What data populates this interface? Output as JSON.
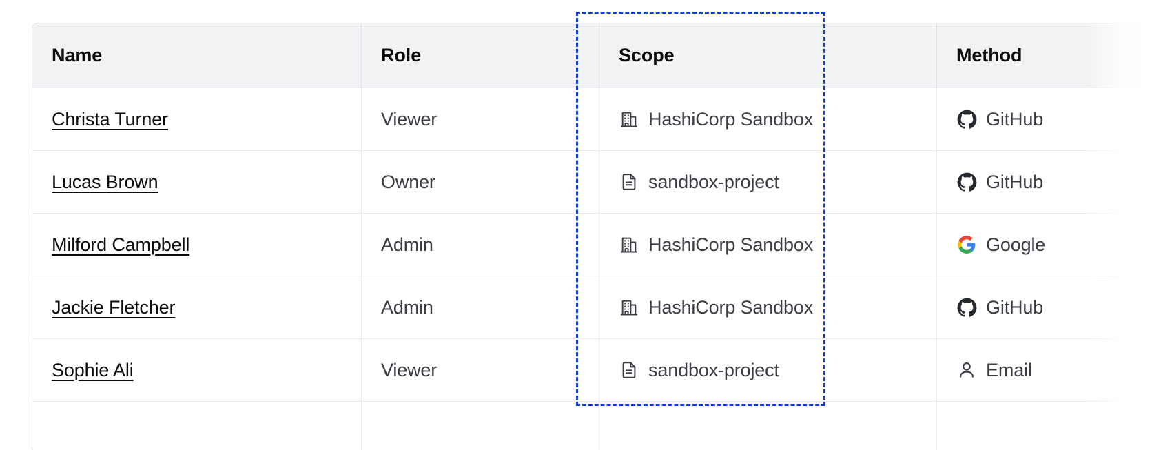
{
  "table": {
    "columns": [
      {
        "key": "name",
        "label": "Name"
      },
      {
        "key": "role",
        "label": "Role"
      },
      {
        "key": "scope",
        "label": "Scope"
      },
      {
        "key": "method",
        "label": "Method"
      }
    ],
    "rows": [
      {
        "name": "Christa Turner",
        "role": "Viewer",
        "scope": "HashiCorp Sandbox",
        "scope_icon": "organization-building-icon",
        "method": "GitHub",
        "method_icon": "github-icon"
      },
      {
        "name": "Lucas Brown",
        "role": "Owner",
        "scope": "sandbox-project",
        "scope_icon": "project-document-icon",
        "method": "GitHub",
        "method_icon": "github-icon"
      },
      {
        "name": "Milford Campbell",
        "role": "Admin",
        "scope": "HashiCorp Sandbox",
        "scope_icon": "organization-building-icon",
        "method": "Google",
        "method_icon": "google-icon"
      },
      {
        "name": "Jackie Fletcher",
        "role": "Admin",
        "scope": "HashiCorp Sandbox",
        "scope_icon": "organization-building-icon",
        "method": "GitHub",
        "method_icon": "github-icon"
      },
      {
        "name": "Sophie Ali",
        "role": "Viewer",
        "scope": "sandbox-project",
        "scope_icon": "project-document-icon",
        "method": "Email",
        "method_icon": "user-person-icon"
      }
    ]
  },
  "selection": {
    "target_column": "Scope",
    "highlight_color": "#1342c8",
    "style": "dashed"
  },
  "colors": {
    "header_bg": "#f1f2f3",
    "header_text": "#0c0c0e",
    "body_text": "#3b3d45",
    "link_text": "#0c0c0e",
    "border": "#dfe0e3",
    "row_border": "#e9eaec",
    "github_icon": "#24292f",
    "google_blue": "#4285f4",
    "google_red": "#ea4335",
    "google_yellow": "#fbbc05",
    "google_green": "#34a853",
    "scope_icon": "#3b3d45"
  }
}
